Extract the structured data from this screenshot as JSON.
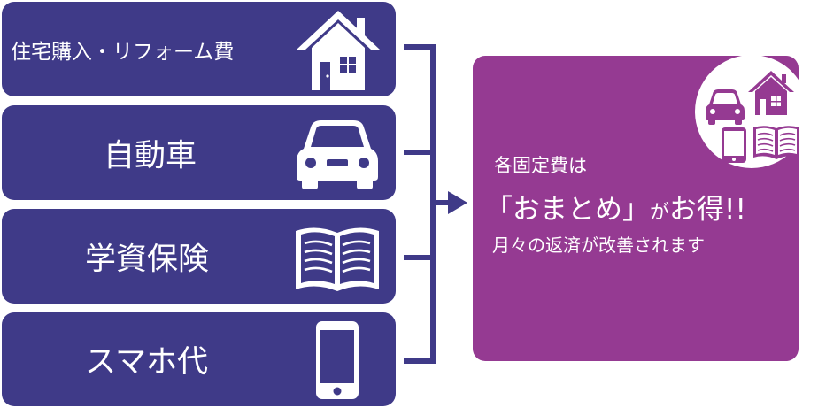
{
  "items": [
    {
      "label": "住宅購入・リフォーム費",
      "icon": "house-icon"
    },
    {
      "label": "自動車",
      "icon": "car-icon"
    },
    {
      "label": "学資保険",
      "icon": "book-icon"
    },
    {
      "label": "スマホ代",
      "icon": "smartphone-icon"
    }
  ],
  "result": {
    "line1": "各固定費は",
    "line2_main": "「おまとめ」",
    "line2_small": "が",
    "line2_tail": "お得!!",
    "line3": "月々の返済が改善されます"
  },
  "badge_icons": [
    "car-icon",
    "house-icon",
    "smartphone-icon",
    "book-icon"
  ],
  "colors": {
    "card": "#3f3a88",
    "result": "#953a92",
    "text": "#ffffff"
  }
}
